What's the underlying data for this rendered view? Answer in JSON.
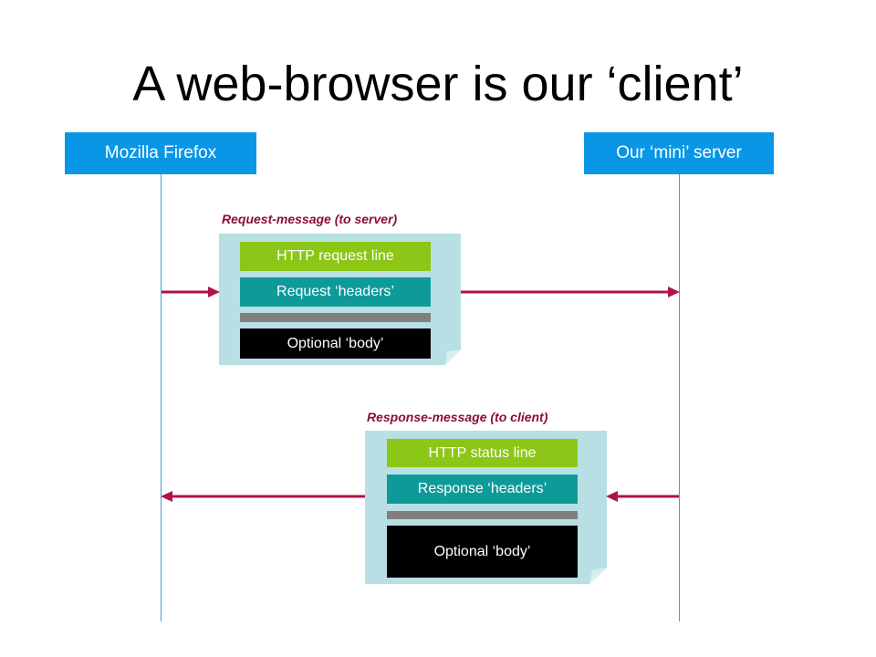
{
  "title": "A web-browser is our ‘client’",
  "actors": {
    "client": "Mozilla Firefox",
    "server": "Our ‘mini’ server"
  },
  "request": {
    "caption": "Request-message (to server)",
    "line": "HTTP request line",
    "headers": "Request ‘headers’",
    "body": "Optional ‘body’"
  },
  "response": {
    "caption": "Response-message (to client)",
    "line": "HTTP status line",
    "headers": "Response ‘headers’",
    "body": "Optional ‘body’"
  },
  "colors": {
    "actor_bg": "#0a96e6",
    "lifeline": "#3aa3d8",
    "arrow": "#b0124e",
    "caption": "#8b0e3a",
    "message_bg": "#b8dfe4",
    "request_line": "#8cc617",
    "headers": "#0f9a9a",
    "separator": "#808080",
    "body": "#000000"
  }
}
